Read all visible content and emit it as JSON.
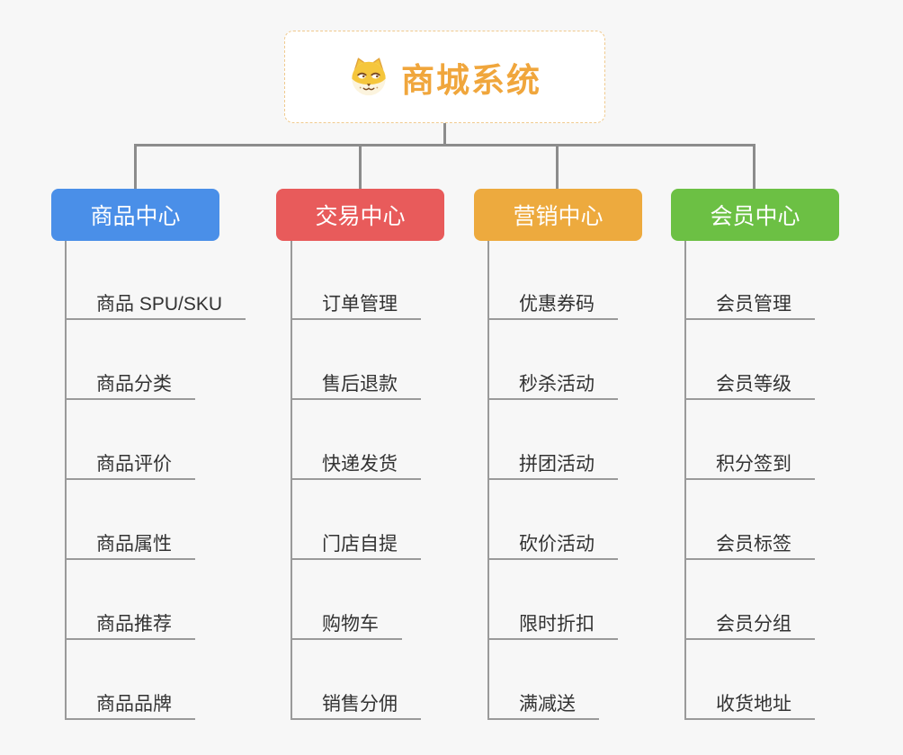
{
  "root": {
    "title": "商城系统",
    "icon": "dog-face-icon"
  },
  "branches": [
    {
      "label": "商品中心",
      "color": "#4A8FE8",
      "children": [
        "商品 SPU/SKU",
        "商品分类",
        "商品评价",
        "商品属性",
        "商品推荐",
        "商品品牌"
      ]
    },
    {
      "label": "交易中心",
      "color": "#E85B5B",
      "children": [
        "订单管理",
        "售后退款",
        "快递发货",
        "门店自提",
        "购物车",
        "销售分佣"
      ]
    },
    {
      "label": "营销中心",
      "color": "#EDAA3E",
      "children": [
        "优惠券码",
        "秒杀活动",
        "拼团活动",
        "砍价活动",
        "限时折扣",
        "满减送"
      ]
    },
    {
      "label": "会员中心",
      "color": "#6CC044",
      "children": [
        "会员管理",
        "会员等级",
        "积分签到",
        "会员标签",
        "会员分组",
        "收货地址"
      ]
    }
  ],
  "colors": {
    "background": "#F7F7F7",
    "connector": "#8C8C8C",
    "leaf_line": "#9A9A9A",
    "leaf_text": "#333333",
    "root_title": "#F0A63C",
    "root_border": "#F0CA8E"
  }
}
